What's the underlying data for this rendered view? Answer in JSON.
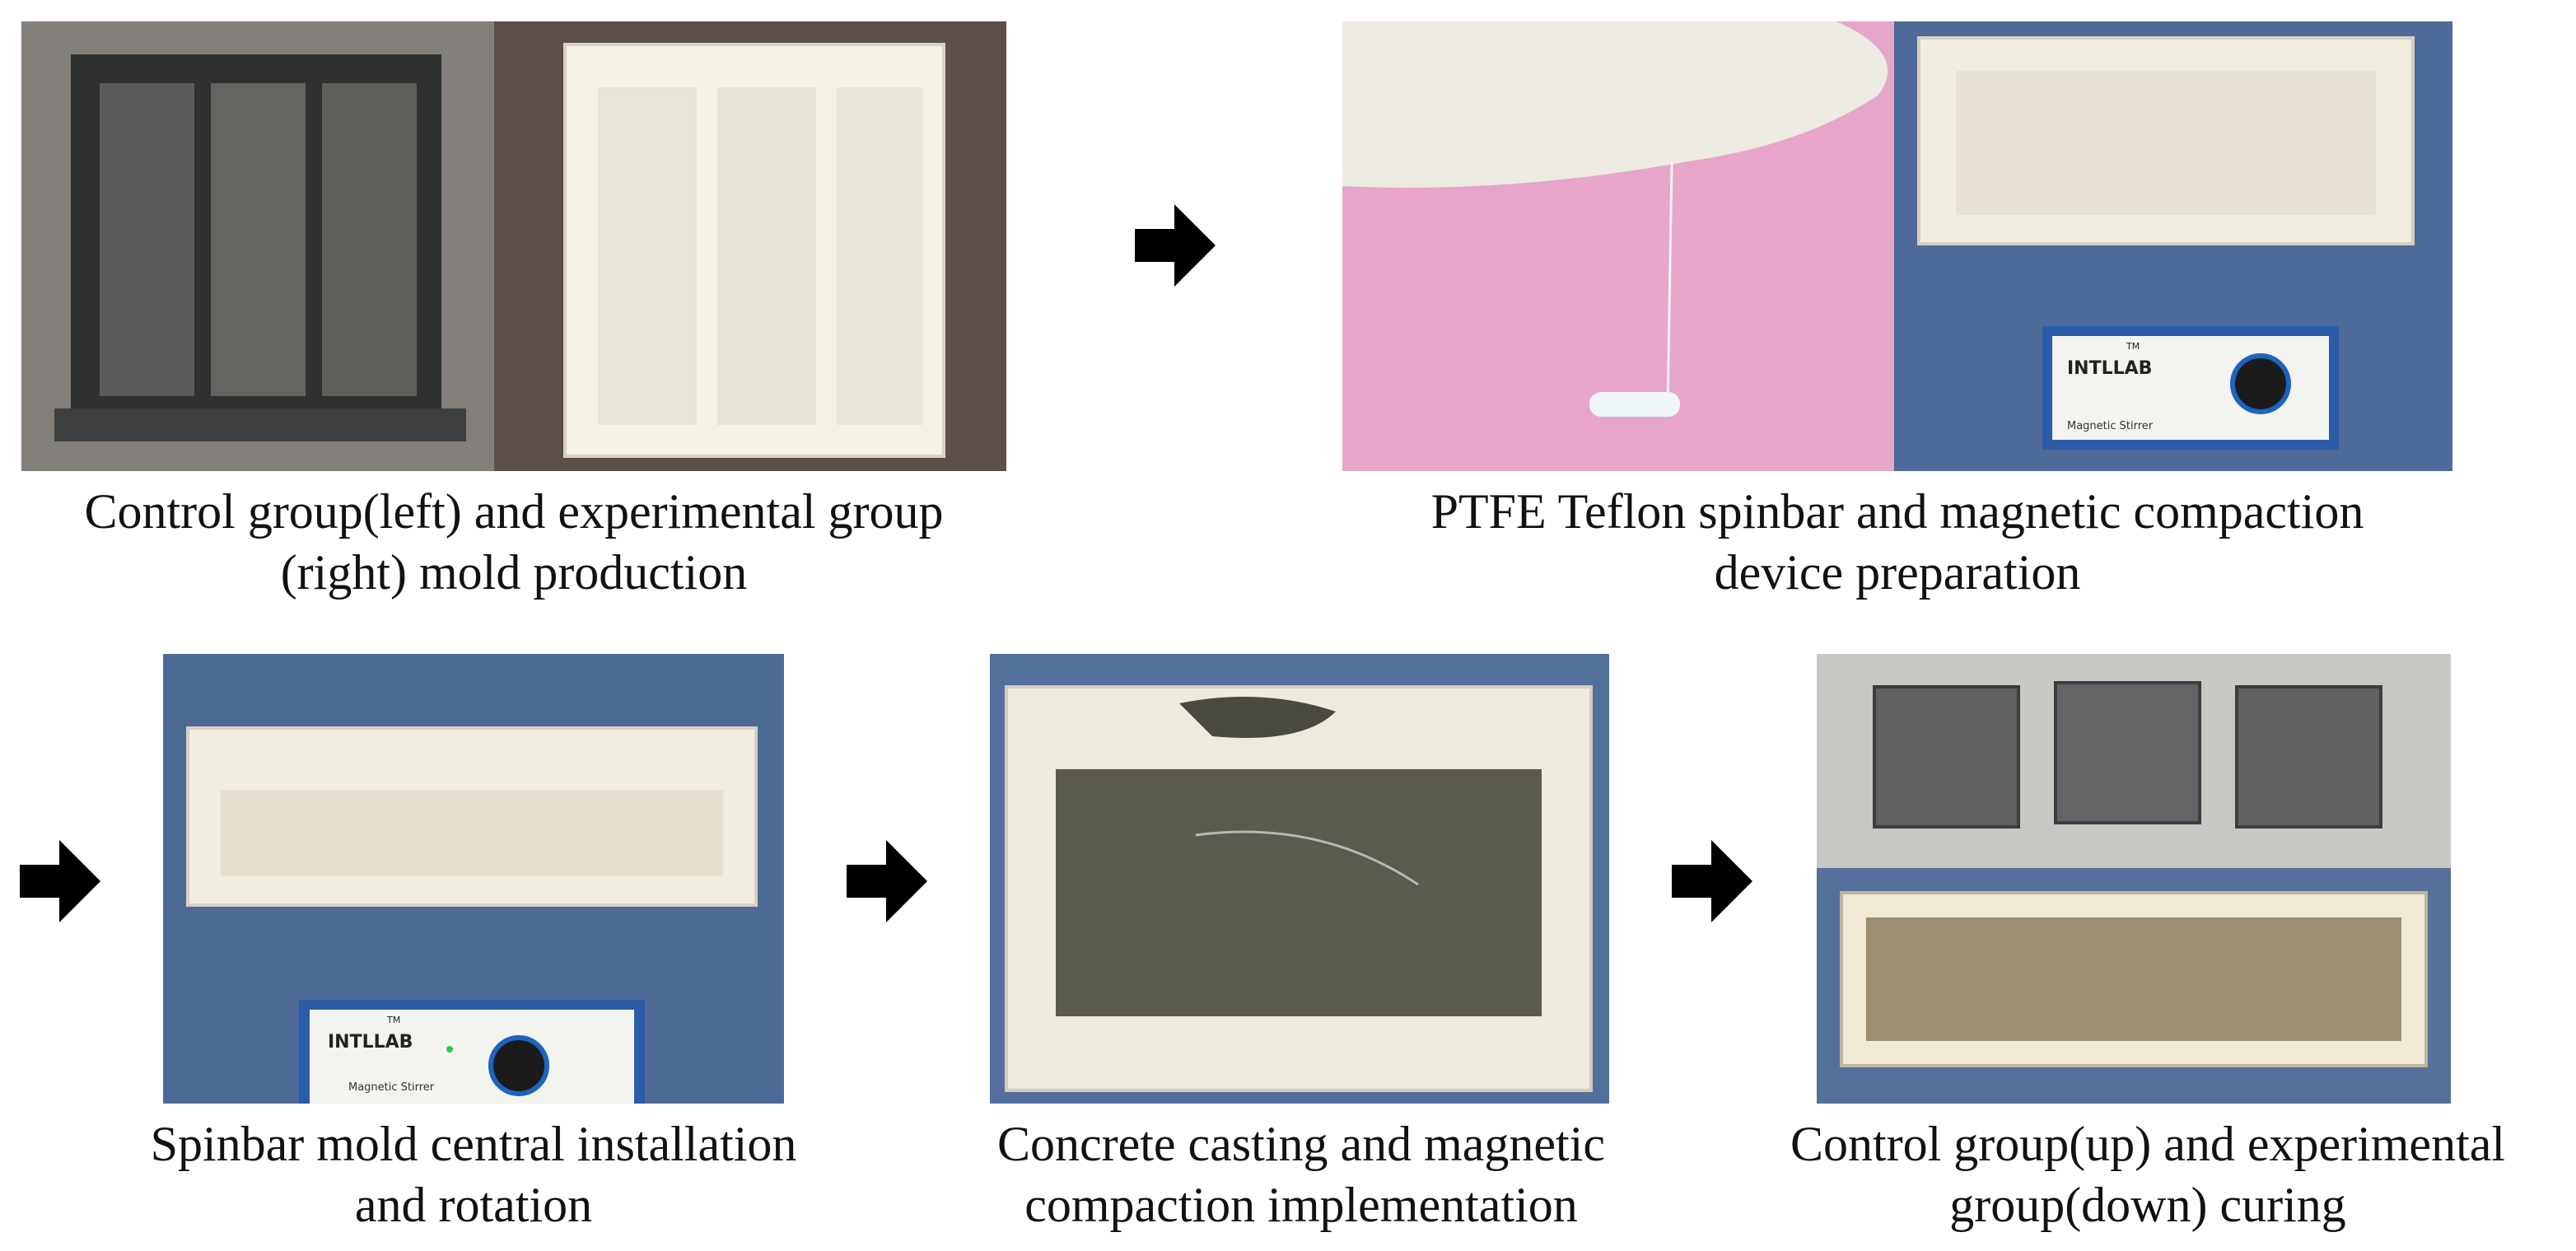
{
  "figure": {
    "steps": [
      {
        "caption_line1": "Control group(left) and experimental group",
        "caption_line2": "(right) mold production"
      },
      {
        "caption_line1": "PTFE Teflon spinbar and magnetic compaction",
        "caption_line2": "device preparation"
      },
      {
        "caption_line1": "Spinbar mold central installation",
        "caption_line2": "and rotation"
      },
      {
        "caption_line1": "Concrete casting and magnetic",
        "caption_line2": "compaction implementation"
      },
      {
        "caption_line1": "Control group(up) and experimental",
        "caption_line2": "group(down) curing"
      }
    ],
    "device": {
      "brand": "INTLLAB",
      "trademark": "TM",
      "model": "Magnetic Stirrer"
    },
    "arrow_icon": "right-arrow-icon",
    "colors": {
      "arrow": "#000000",
      "mold_white": "#f2eee2",
      "steel_mold": "#3d3e3e",
      "tray_blue": "#4f6fa1",
      "pink_surface": "#e6a5c9",
      "concrete": "#5b5a4e"
    }
  }
}
